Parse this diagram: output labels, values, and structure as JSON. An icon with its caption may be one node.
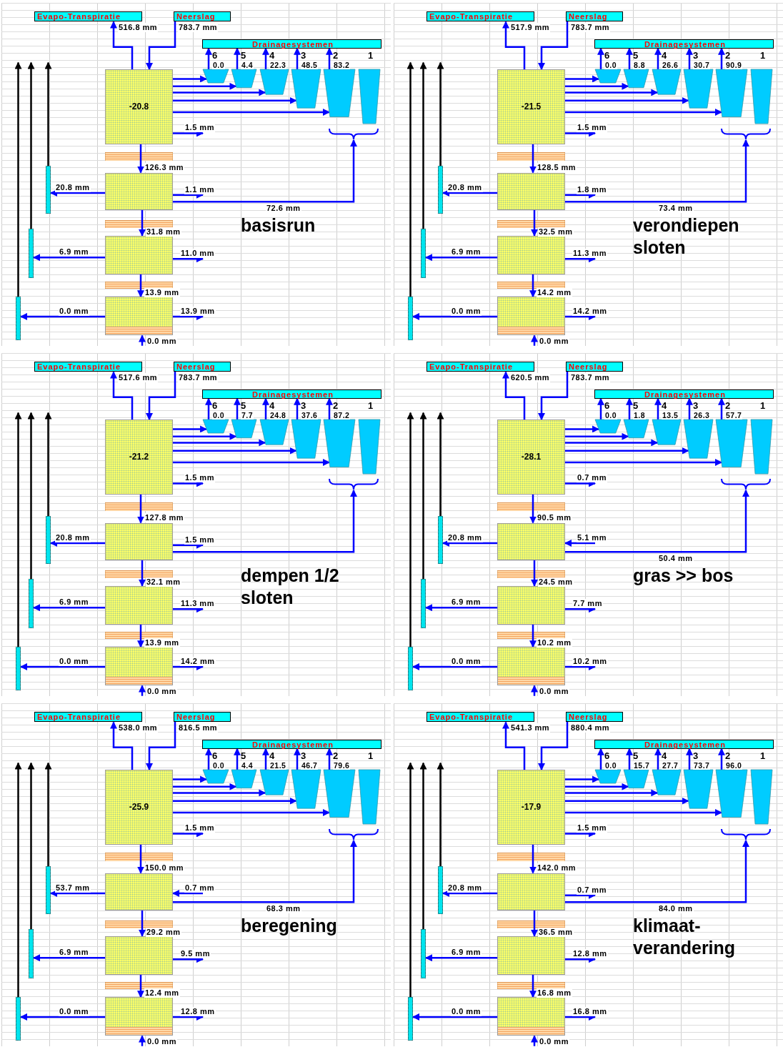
{
  "diagram": {
    "nodes": [
      {
        "text": [
          "Evapo-Transpiratie"
        ]
      },
      {
        "text": [
          "Neerslag"
        ]
      },
      {
        "text": [
          "Drainagesystemen"
        ]
      },
      {
        "text": [
          "6"
        ]
      },
      {
        "text": [
          "5"
        ]
      },
      {
        "text": [
          "4"
        ]
      },
      {
        "text": [
          "3"
        ]
      },
      {
        "text": [
          "2"
        ]
      },
      {
        "text": [
          "1"
        ]
      },
      {
        "text": [
          "-20.8"
        ]
      },
      {
        "text": [],
        "shape": "brace"
      },
      {
        "text": [],
        "shape": "bar"
      },
      {
        "text": [],
        "shape": "box"
      },
      {
        "text": [],
        "shape": "bar"
      },
      {
        "text": [],
        "shape": "box"
      },
      {
        "text": [],
        "shape": "bar"
      },
      {
        "text": [],
        "shape": "box"
      },
      {
        "text": [
          "Evapo-Transpiratie"
        ]
      },
      {
        "text": [
          "Neerslag"
        ]
      },
      {
        "text": [
          "Drainagesystemen"
        ]
      },
      {
        "text": [
          "6"
        ]
      },
      {
        "text": [
          "5"
        ]
      },
      {
        "text": [
          "4"
        ]
      },
      {
        "text": [
          "3"
        ]
      },
      {
        "text": [
          "2"
        ]
      },
      {
        "text": [
          "1"
        ]
      },
      {
        "text": [
          "-21.5"
        ]
      },
      {
        "text": [],
        "shape": "brace"
      },
      {
        "text": [],
        "shape": "bar"
      },
      {
        "text": [],
        "shape": "box"
      },
      {
        "text": [],
        "shape": "bar"
      },
      {
        "text": [],
        "shape": "box"
      },
      {
        "text": [],
        "shape": "bar"
      },
      {
        "text": [],
        "shape": "box"
      },
      {
        "text": [
          "Evapo-Transpiratie"
        ]
      },
      {
        "text": [
          "Neerslag"
        ]
      },
      {
        "text": [
          "Drainagesystemen"
        ]
      },
      {
        "text": [
          "6"
        ]
      },
      {
        "text": [
          "5"
        ]
      },
      {
        "text": [
          "4"
        ]
      },
      {
        "text": [
          "3"
        ]
      },
      {
        "text": [
          "2"
        ]
      },
      {
        "text": [
          "1"
        ]
      },
      {
        "text": [
          "-21.2"
        ]
      },
      {
        "text": [],
        "shape": "brace"
      },
      {
        "text": [],
        "shape": "bar"
      },
      {
        "text": [],
        "shape": "box"
      },
      {
        "text": [],
        "shape": "bar"
      },
      {
        "text": [],
        "shape": "box"
      },
      {
        "text": [],
        "shape": "bar"
      },
      {
        "text": [],
        "shape": "box"
      },
      {
        "text": [
          "Evapo-Transpiratie"
        ]
      },
      {
        "text": [
          "Neerslag"
        ]
      },
      {
        "text": [
          "Drainagesystemen"
        ]
      },
      {
        "text": [
          "6"
        ]
      },
      {
        "text": [
          "5"
        ]
      },
      {
        "text": [
          "4"
        ]
      },
      {
        "text": [
          "3"
        ]
      },
      {
        "text": [
          "2"
        ]
      },
      {
        "text": [
          "1"
        ]
      },
      {
        "text": [
          "-28.1"
        ]
      },
      {
        "text": [],
        "shape": "brace"
      },
      {
        "text": [],
        "shape": "bar"
      },
      {
        "text": [],
        "shape": "box"
      },
      {
        "text": [],
        "shape": "bar"
      },
      {
        "text": [],
        "shape": "box"
      },
      {
        "text": [],
        "shape": "bar"
      },
      {
        "text": [],
        "shape": "box"
      },
      {
        "text": [
          "Evapo-Transpiratie"
        ]
      },
      {
        "text": [
          "Neerslag"
        ]
      },
      {
        "text": [
          "Drainagesystemen"
        ]
      },
      {
        "text": [
          "6"
        ]
      },
      {
        "text": [
          "5"
        ]
      },
      {
        "text": [
          "4"
        ]
      },
      {
        "text": [
          "3"
        ]
      },
      {
        "text": [
          "2"
        ]
      },
      {
        "text": [
          "1"
        ]
      },
      {
        "text": [
          "-25.9"
        ]
      },
      {
        "text": [],
        "shape": "brace"
      },
      {
        "text": [],
        "shape": "bar"
      },
      {
        "text": [],
        "shape": "box"
      },
      {
        "text": [],
        "shape": "bar"
      },
      {
        "text": [],
        "shape": "box"
      },
      {
        "text": [],
        "shape": "bar"
      },
      {
        "text": [],
        "shape": "box"
      },
      {
        "text": [
          "Evapo-Transpiratie"
        ]
      },
      {
        "text": [
          "Neerslag"
        ]
      },
      {
        "text": [
          "Drainagesystemen"
        ]
      },
      {
        "text": [
          "6"
        ]
      },
      {
        "text": [
          "5"
        ]
      },
      {
        "text": [
          "4"
        ]
      },
      {
        "text": [
          "3"
        ]
      },
      {
        "text": [
          "2"
        ]
      },
      {
        "text": [
          "1"
        ]
      },
      {
        "text": [
          "-17.9"
        ]
      },
      {
        "text": [],
        "shape": "brace"
      },
      {
        "text": [],
        "shape": "bar"
      },
      {
        "text": [],
        "shape": "box"
      },
      {
        "text": [],
        "shape": "bar"
      },
      {
        "text": [],
        "shape": "box"
      },
      {
        "text": [],
        "shape": "bar"
      },
      {
        "text": [],
        "shape": "box"
      },
      {
        "text": [],
        "shape": "band"
      },
      {
        "text": [],
        "shape": "band"
      },
      {
        "text": [],
        "shape": "band"
      },
      {
        "text": [],
        "shape": "band"
      },
      {
        "text": [],
        "shape": "band"
      },
      {
        "text": [],
        "shape": "band"
      },
      {
        "text": [],
        "shape": "band"
      },
      {
        "text": [],
        "shape": "band"
      },
      {
        "text": [],
        "shape": "band"
      },
      {
        "text": [],
        "shape": "band"
      },
      {
        "text": [],
        "shape": "band"
      },
      {
        "text": [],
        "shape": "band"
      },
      {
        "text": [],
        "shape": "band"
      },
      {
        "text": [],
        "shape": "band"
      },
      {
        "text": [],
        "shape": "band"
      },
      {
        "text": [],
        "shape": "band"
      },
      {
        "text": [],
        "shape": "band"
      },
      {
        "text": [],
        "shape": "band"
      }
    ],
    "edges": [
      {
        "from": 9,
        "to": 0,
        "arrow": "to",
        "label": "516.8 mm"
      },
      {
        "from": 1,
        "to": 9,
        "arrow": "to",
        "label": "783.7 mm"
      },
      {
        "from": 9,
        "to": 3,
        "arrow": "to"
      },
      {
        "from": 9,
        "to": 4,
        "arrow": "to"
      },
      {
        "from": 9,
        "to": 5,
        "arrow": "to"
      },
      {
        "from": 9,
        "to": 6,
        "arrow": "to"
      },
      {
        "from": 9,
        "to": 7,
        "arrow": "to"
      },
      {
        "from": 3,
        "to": 2,
        "arrow": "to",
        "label": "0.0"
      },
      {
        "from": 4,
        "to": 2,
        "arrow": "to",
        "label": "4.4"
      },
      {
        "from": 5,
        "to": 2,
        "arrow": "to",
        "label": "22.3"
      },
      {
        "from": 6,
        "to": 2,
        "arrow": "to",
        "label": "48.5"
      },
      {
        "from": 7,
        "to": 2,
        "arrow": "to",
        "label": "83.2"
      },
      {
        "from": 9,
        "to": null,
        "arrow": "to",
        "label": "1.5 mm"
      },
      {
        "from": 9,
        "to": 12,
        "arrow": "to",
        "label": "126.3 mm"
      },
      {
        "from": 12,
        "to": 11,
        "arrow": "to",
        "label": "20.8 mm"
      },
      {
        "from": 12,
        "to": null,
        "arrow": "to",
        "label": "1.1 mm"
      },
      {
        "from": 12,
        "to": 10,
        "arrow": "to",
        "label": "72.6 mm"
      },
      {
        "from": 12,
        "to": 14,
        "arrow": "to",
        "label": "31.8 mm"
      },
      {
        "from": 14,
        "to": 13,
        "arrow": "to",
        "label": "6.9 mm"
      },
      {
        "from": 14,
        "to": null,
        "arrow": "to",
        "label": "11.0 mm"
      },
      {
        "from": 14,
        "to": 16,
        "arrow": "to",
        "label": "13.9 mm"
      },
      {
        "from": 16,
        "to": 15,
        "arrow": "to",
        "label": "0.0 mm"
      },
      {
        "from": 16,
        "to": null,
        "arrow": "to",
        "label": "13.9 mm"
      },
      {
        "from": null,
        "to": 16,
        "arrow": "to",
        "label": "0.0 mm"
      },
      {
        "from": 11,
        "to": null,
        "arrow": "to",
        "color": "#000000"
      },
      {
        "from": 13,
        "to": null,
        "arrow": "to",
        "color": "#000000"
      },
      {
        "from": 15,
        "to": null,
        "arrow": "to",
        "color": "#000000"
      },
      {
        "from": 26,
        "to": 17,
        "arrow": "to",
        "label": "517.9 mm"
      },
      {
        "from": 18,
        "to": 26,
        "arrow": "to",
        "label": "783.7 mm"
      },
      {
        "from": 26,
        "to": 20,
        "arrow": "to"
      },
      {
        "from": 26,
        "to": 21,
        "arrow": "to"
      },
      {
        "from": 26,
        "to": 22,
        "arrow": "to"
      },
      {
        "from": 26,
        "to": 23,
        "arrow": "to"
      },
      {
        "from": 26,
        "to": 24,
        "arrow": "to"
      },
      {
        "from": 20,
        "to": 19,
        "arrow": "to",
        "label": "0.0"
      },
      {
        "from": 21,
        "to": 19,
        "arrow": "to",
        "label": "8.8"
      },
      {
        "from": 22,
        "to": 19,
        "arrow": "to",
        "label": "26.6"
      },
      {
        "from": 23,
        "to": 19,
        "arrow": "to",
        "label": "30.7"
      },
      {
        "from": 24,
        "to": 19,
        "arrow": "to",
        "label": "90.9"
      },
      {
        "from": 26,
        "to": null,
        "arrow": "to",
        "label": "1.5 mm"
      },
      {
        "from": 26,
        "to": 29,
        "arrow": "to",
        "label": "128.5 mm"
      },
      {
        "from": 29,
        "to": 28,
        "arrow": "to",
        "label": "20.8 mm"
      },
      {
        "from": 29,
        "to": null,
        "arrow": "to",
        "label": "1.8 mm"
      },
      {
        "from": 29,
        "to": 27,
        "arrow": "to",
        "label": "73.4 mm"
      },
      {
        "from": 29,
        "to": 31,
        "arrow": "to",
        "label": "32.5 mm"
      },
      {
        "from": 31,
        "to": 30,
        "arrow": "to",
        "label": "6.9 mm"
      },
      {
        "from": 31,
        "to": null,
        "arrow": "to",
        "label": "11.3 mm"
      },
      {
        "from": 31,
        "to": 33,
        "arrow": "to",
        "label": "14.2 mm"
      },
      {
        "from": 33,
        "to": 32,
        "arrow": "to",
        "label": "0.0 mm"
      },
      {
        "from": 33,
        "to": null,
        "arrow": "to",
        "label": "14.2 mm"
      },
      {
        "from": null,
        "to": 33,
        "arrow": "to",
        "label": "0.0 mm"
      },
      {
        "from": 28,
        "to": null,
        "arrow": "to",
        "color": "#000000"
      },
      {
        "from": 30,
        "to": null,
        "arrow": "to",
        "color": "#000000"
      },
      {
        "from": 32,
        "to": null,
        "arrow": "to",
        "color": "#000000"
      },
      {
        "from": 43,
        "to": 34,
        "arrow": "to",
        "label": "517.6 mm"
      },
      {
        "from": 35,
        "to": 43,
        "arrow": "to",
        "label": "783.7 mm"
      },
      {
        "from": 43,
        "to": 37,
        "arrow": "to"
      },
      {
        "from": 43,
        "to": 38,
        "arrow": "to"
      },
      {
        "from": 43,
        "to": 39,
        "arrow": "to"
      },
      {
        "from": 43,
        "to": 40,
        "arrow": "to"
      },
      {
        "from": 43,
        "to": 41,
        "arrow": "to"
      },
      {
        "from": 37,
        "to": 36,
        "arrow": "to",
        "label": "0.0"
      },
      {
        "from": 38,
        "to": 36,
        "arrow": "to",
        "label": "7.7"
      },
      {
        "from": 39,
        "to": 36,
        "arrow": "to",
        "label": "24.8"
      },
      {
        "from": 40,
        "to": 36,
        "arrow": "to",
        "label": "37.6"
      },
      {
        "from": 41,
        "to": 36,
        "arrow": "to",
        "label": "87.2"
      },
      {
        "from": 43,
        "to": null,
        "arrow": "to",
        "label": "1.5 mm"
      },
      {
        "from": 43,
        "to": 46,
        "arrow": "to",
        "label": "127.8 mm"
      },
      {
        "from": 46,
        "to": 45,
        "arrow": "to",
        "label": "20.8 mm"
      },
      {
        "from": 46,
        "to": null,
        "arrow": "to",
        "label": "1.5 mm"
      },
      {
        "from": 46,
        "to": 44,
        "arrow": "to"
      },
      {
        "from": 46,
        "to": 48,
        "arrow": "to",
        "label": "32.1 mm"
      },
      {
        "from": 48,
        "to": 47,
        "arrow": "to",
        "label": "6.9 mm"
      },
      {
        "from": 48,
        "to": null,
        "arrow": "to",
        "label": "11.3 mm"
      },
      {
        "from": 48,
        "to": 50,
        "arrow": "to",
        "label": "13.9 mm"
      },
      {
        "from": 50,
        "to": 49,
        "arrow": "to",
        "label": "0.0 mm"
      },
      {
        "from": 50,
        "to": null,
        "arrow": "to",
        "label": "14.2 mm"
      },
      {
        "from": null,
        "to": 50,
        "arrow": "to",
        "label": "0.0 mm"
      },
      {
        "from": 45,
        "to": null,
        "arrow": "to",
        "color": "#000000"
      },
      {
        "from": 47,
        "to": null,
        "arrow": "to",
        "color": "#000000"
      },
      {
        "from": 49,
        "to": null,
        "arrow": "to",
        "color": "#000000"
      },
      {
        "from": 60,
        "to": 51,
        "arrow": "to",
        "label": "620.5 mm"
      },
      {
        "from": 52,
        "to": 60,
        "arrow": "to",
        "label": "783.7 mm"
      },
      {
        "from": 60,
        "to": 54,
        "arrow": "to"
      },
      {
        "from": 60,
        "to": 55,
        "arrow": "to"
      },
      {
        "from": 60,
        "to": 56,
        "arrow": "to"
      },
      {
        "from": 60,
        "to": 57,
        "arrow": "to"
      },
      {
        "from": 60,
        "to": 58,
        "arrow": "to"
      },
      {
        "from": 54,
        "to": 53,
        "arrow": "to",
        "label": "0.0"
      },
      {
        "from": 55,
        "to": 53,
        "arrow": "to",
        "label": "1.8"
      },
      {
        "from": 56,
        "to": 53,
        "arrow": "to",
        "label": "13.5"
      },
      {
        "from": 57,
        "to": 53,
        "arrow": "to",
        "label": "26.3"
      },
      {
        "from": 58,
        "to": 53,
        "arrow": "to",
        "label": "57.7"
      },
      {
        "from": 60,
        "to": null,
        "arrow": "to",
        "label": "0.7 mm"
      },
      {
        "from": 60,
        "to": 63,
        "arrow": "to",
        "label": "90.5 mm"
      },
      {
        "from": 63,
        "to": 62,
        "arrow": "to",
        "label": "20.8 mm"
      },
      {
        "from": null,
        "to": 63,
        "arrow": "to",
        "label": "5.1 mm"
      },
      {
        "from": 63,
        "to": 61,
        "arrow": "to",
        "label": "50.4 mm"
      },
      {
        "from": 63,
        "to": 65,
        "arrow": "to",
        "label": "24.5 mm"
      },
      {
        "from": 65,
        "to": 64,
        "arrow": "to",
        "label": "6.9 mm"
      },
      {
        "from": 65,
        "to": null,
        "arrow": "to",
        "label": "7.7 mm"
      },
      {
        "from": 65,
        "to": 67,
        "arrow": "to",
        "label": "10.2 mm"
      },
      {
        "from": 67,
        "to": 66,
        "arrow": "to",
        "label": "0.0 mm"
      },
      {
        "from": 67,
        "to": null,
        "arrow": "to",
        "label": "10.2 mm"
      },
      {
        "from": null,
        "to": 67,
        "arrow": "to",
        "label": "0.0 mm"
      },
      {
        "from": 62,
        "to": null,
        "arrow": "to",
        "color": "#000000"
      },
      {
        "from": 64,
        "to": null,
        "arrow": "to",
        "color": "#000000"
      },
      {
        "from": 66,
        "to": null,
        "arrow": "to",
        "color": "#000000"
      },
      {
        "from": 77,
        "to": 68,
        "arrow": "to",
        "label": "538.0 mm"
      },
      {
        "from": 69,
        "to": 77,
        "arrow": "to",
        "label": "816.5 mm"
      },
      {
        "from": 77,
        "to": 71,
        "arrow": "to"
      },
      {
        "from": 77,
        "to": 72,
        "arrow": "to"
      },
      {
        "from": 77,
        "to": 73,
        "arrow": "to"
      },
      {
        "from": 77,
        "to": 74,
        "arrow": "to"
      },
      {
        "from": 77,
        "to": 75,
        "arrow": "to"
      },
      {
        "from": 71,
        "to": 70,
        "arrow": "to",
        "label": "0.0"
      },
      {
        "from": 72,
        "to": 70,
        "arrow": "to",
        "label": "4.4"
      },
      {
        "from": 73,
        "to": 70,
        "arrow": "to",
        "label": "21.5"
      },
      {
        "from": 74,
        "to": 70,
        "arrow": "to",
        "label": "46.7"
      },
      {
        "from": 75,
        "to": 70,
        "arrow": "to",
        "label": "79.6"
      },
      {
        "from": 77,
        "to": null,
        "arrow": "to",
        "label": "1.5 mm"
      },
      {
        "from": 77,
        "to": 80,
        "arrow": "to",
        "label": "150.0 mm"
      },
      {
        "from": 80,
        "to": 79,
        "arrow": "to",
        "label": "53.7 mm"
      },
      {
        "from": null,
        "to": 80,
        "arrow": "to",
        "label": "0.7 mm"
      },
      {
        "from": 80,
        "to": 78,
        "arrow": "to",
        "label": "68.3 mm"
      },
      {
        "from": 80,
        "to": 82,
        "arrow": "to",
        "label": "29.2 mm"
      },
      {
        "from": 82,
        "to": 81,
        "arrow": "to",
        "label": "6.9 mm"
      },
      {
        "from": 82,
        "to": null,
        "arrow": "to",
        "label": "9.5 mm"
      },
      {
        "from": 82,
        "to": 84,
        "arrow": "to",
        "label": "12.4 mm"
      },
      {
        "from": 84,
        "to": 83,
        "arrow": "to",
        "label": "0.0 mm"
      },
      {
        "from": 84,
        "to": null,
        "arrow": "to",
        "label": "12.8 mm"
      },
      {
        "from": null,
        "to": 84,
        "arrow": "to",
        "label": "0.0 mm"
      },
      {
        "from": 79,
        "to": null,
        "arrow": "to",
        "color": "#000000"
      },
      {
        "from": 81,
        "to": null,
        "arrow": "to",
        "color": "#000000"
      },
      {
        "from": 83,
        "to": null,
        "arrow": "to",
        "color": "#000000"
      },
      {
        "from": 94,
        "to": 85,
        "arrow": "to",
        "label": "541.3 mm"
      },
      {
        "from": 86,
        "to": 94,
        "arrow": "to",
        "label": "880.4 mm"
      },
      {
        "from": 94,
        "to": 88,
        "arrow": "to"
      },
      {
        "from": 94,
        "to": 89,
        "arrow": "to"
      },
      {
        "from": 94,
        "to": 90,
        "arrow": "to"
      },
      {
        "from": 94,
        "to": 91,
        "arrow": "to"
      },
      {
        "from": 94,
        "to": 92,
        "arrow": "to"
      },
      {
        "from": 88,
        "to": 87,
        "arrow": "to",
        "label": "0.0"
      },
      {
        "from": 89,
        "to": 87,
        "arrow": "to",
        "label": "15.7"
      },
      {
        "from": 90,
        "to": 87,
        "arrow": "to",
        "label": "27.7"
      },
      {
        "from": 91,
        "to": 87,
        "arrow": "to",
        "label": "73.7"
      },
      {
        "from": 92,
        "to": 87,
        "arrow": "to",
        "label": "96.0"
      },
      {
        "from": 94,
        "to": null,
        "arrow": "to",
        "label": "1.5 mm"
      },
      {
        "from": 94,
        "to": 97,
        "arrow": "to",
        "label": "142.0 mm"
      },
      {
        "from": 97,
        "to": 96,
        "arrow": "to",
        "label": "20.8 mm"
      },
      {
        "from": 97,
        "to": null,
        "arrow": "to",
        "label": "0.7 mm"
      },
      {
        "from": 97,
        "to": 95,
        "arrow": "to",
        "label": "84.0 mm"
      },
      {
        "from": 97,
        "to": 99,
        "arrow": "to",
        "label": "36.5 mm"
      },
      {
        "from": 99,
        "to": 98,
        "arrow": "to",
        "label": "6.9 mm"
      },
      {
        "from": 99,
        "to": null,
        "arrow": "to",
        "label": "12.8 mm"
      },
      {
        "from": 99,
        "to": 101,
        "arrow": "to",
        "label": "16.8 mm"
      },
      {
        "from": 101,
        "to": 100,
        "arrow": "to",
        "label": "0.0 mm"
      },
      {
        "from": 101,
        "to": null,
        "arrow": "to",
        "label": "16.8 mm"
      },
      {
        "from": null,
        "to": 101,
        "arrow": "to",
        "label": "0.0 mm"
      },
      {
        "from": 96,
        "to": null,
        "arrow": "to",
        "color": "#000000"
      },
      {
        "from": 98,
        "to": null,
        "arrow": "to",
        "color": "#000000"
      },
      {
        "from": 100,
        "to": null,
        "arrow": "to",
        "color": "#000000"
      }
    ],
    "labels": [
      "basisrun",
      "verondiepen sloten",
      "dempen 1/2 sloten",
      "gras >> bos",
      "beregening",
      "klimaat- verandering"
    ]
  }
}
